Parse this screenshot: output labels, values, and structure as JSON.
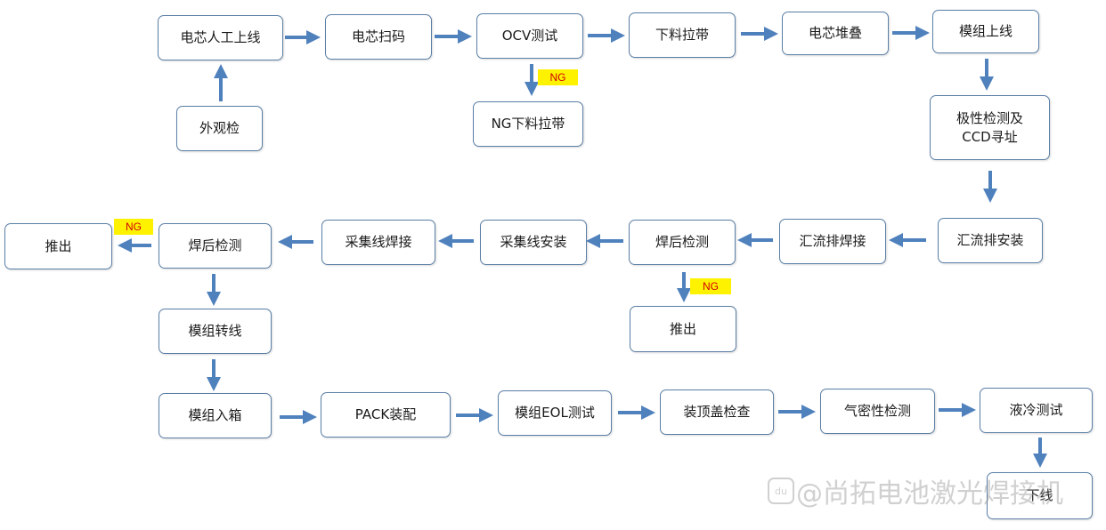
{
  "nodes": {
    "n01": "电芯人工上线",
    "n02": "电芯扫码",
    "n03": "OCV测试",
    "n04": "下料拉带",
    "n05": "电芯堆叠",
    "n06": "模组上线",
    "n07": "外观检",
    "n08": "NG下料拉带",
    "n09": "极性检测及\nCCD寻址",
    "n10": "汇流排安装",
    "n11": "汇流排焊接",
    "n12": "焊后检测",
    "n13": "采集线安装",
    "n14": "采集线焊接",
    "n15": "焊后检测",
    "n16": "推出",
    "n17": "推出",
    "n18": "模组转线",
    "n19": "模组入箱",
    "n20": "PACK装配",
    "n21": "模组EOL测试",
    "n22": "装顶盖检查",
    "n23": "气密性检测",
    "n24": "液冷测试",
    "n25": "下线"
  },
  "ng_labels": {
    "ocv": "NG",
    "weld_check_right": "NG",
    "weld_check_left": "NG"
  },
  "watermark": {
    "logo": "du",
    "text": "@尚拓电池激光焊接机"
  },
  "colors": {
    "arrow": "#4f81bd",
    "node_border": "#5b7fa6",
    "ng_bg": "#fff200",
    "ng_text": "#d00000"
  }
}
